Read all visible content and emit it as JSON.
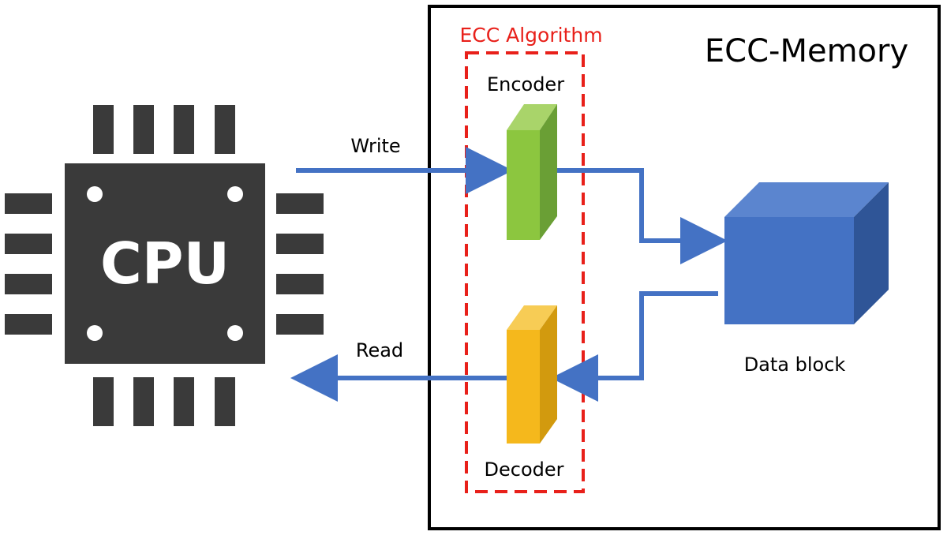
{
  "cpu": {
    "label": "CPU"
  },
  "memory": {
    "title": "ECC-Memory"
  },
  "ecc": {
    "title": "ECC Algorithm"
  },
  "encoder": {
    "label": "Encoder"
  },
  "decoder": {
    "label": "Decoder"
  },
  "data_block": {
    "label": "Data block"
  },
  "arrows": {
    "write_label": "Write",
    "read_label": "Read"
  },
  "colors": {
    "chip_body": "#3a3a3a",
    "arrow": "#4472c4",
    "ecc_border": "#e8201a",
    "encoder_front": "#8cc63f",
    "encoder_side": "#6a9f35",
    "decoder_front": "#f5b81c",
    "decoder_side": "#d29a0e",
    "cube_front": "#4472c4",
    "cube_top": "#5b85cf",
    "cube_side": "#2f5597"
  }
}
